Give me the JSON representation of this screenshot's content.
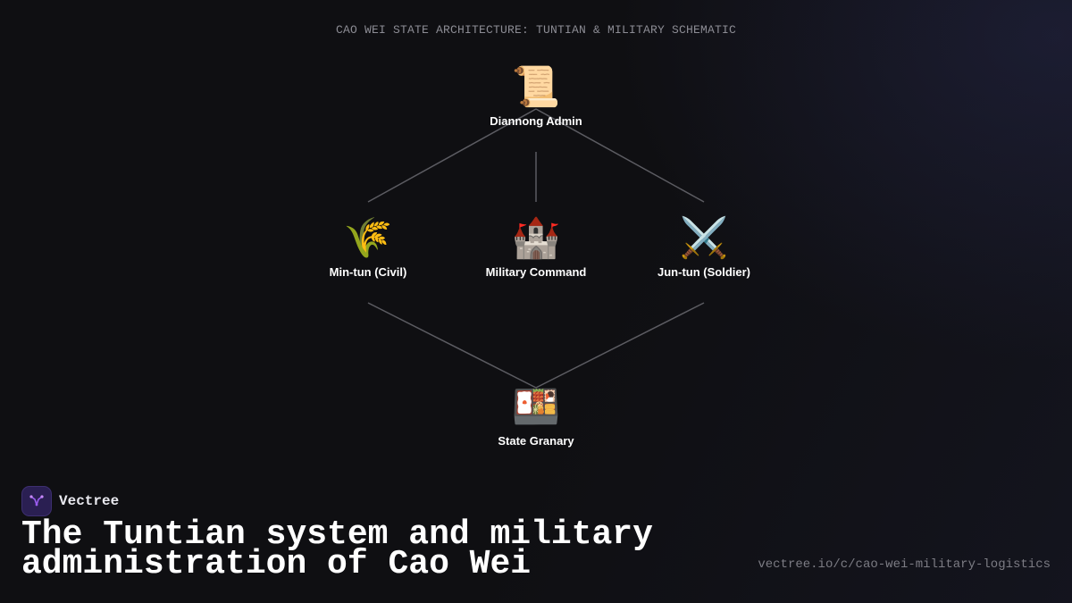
{
  "diagram": {
    "title": "CAO WEI STATE ARCHITECTURE: TUNTIAN & MILITARY SCHEMATIC",
    "nodes": [
      {
        "id": "diannong",
        "label": "Diannong Admin",
        "icon": "📜",
        "icon_name": "scroll-icon"
      },
      {
        "id": "mintun",
        "label": "Min-tun (Civil)",
        "icon": "🌾",
        "icon_name": "rice-sheaf-icon"
      },
      {
        "id": "military",
        "label": "Military Command",
        "icon": "🏰",
        "icon_name": "castle-icon"
      },
      {
        "id": "juntun",
        "label": "Jun-tun (Soldier)",
        "icon": "⚔️",
        "icon_name": "crossed-swords-icon"
      },
      {
        "id": "granary",
        "label": "State Granary",
        "icon": "🍱",
        "icon_name": "bento-box-icon"
      }
    ],
    "edges": [
      {
        "from": "diannong",
        "to": "mintun"
      },
      {
        "from": "diannong",
        "to": "military"
      },
      {
        "from": "diannong",
        "to": "juntun"
      },
      {
        "from": "mintun",
        "to": "granary"
      },
      {
        "from": "juntun",
        "to": "granary"
      }
    ],
    "line_color": "#5c5c62"
  },
  "brand": {
    "name": "Vectree",
    "logo_icon": "vectree-logo-icon",
    "logo_color": "#9b5cf0"
  },
  "headline": "The Tuntian system and military administration of Cao Wei",
  "url": "vectree.io/c/cao-wei-military-logistics"
}
